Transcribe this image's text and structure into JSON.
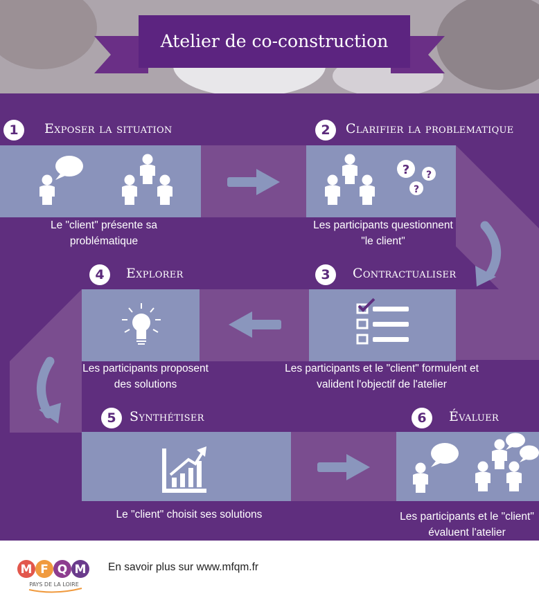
{
  "title": "Atelier de co-construction",
  "steps": [
    {
      "num": "1",
      "title": "Exposer la situation",
      "desc": "Le \"client\" présente sa problématique"
    },
    {
      "num": "2",
      "title": "Clarifier la problematique",
      "desc": "Les participants questionnent \"le client\""
    },
    {
      "num": "3",
      "title": "Contractualiser",
      "desc": "Les participants et le \"client\" formulent et valident l'objectif de l'atelier"
    },
    {
      "num": "4",
      "title": "Explorer",
      "desc": "Les participants proposent des solutions"
    },
    {
      "num": "5",
      "title": "Synthétiser",
      "desc": "Le \"client\" choisit ses solutions"
    },
    {
      "num": "6",
      "title": "Évaluer",
      "desc": "Les participants et le \"client\" évaluent l'atelier"
    }
  ],
  "footer": {
    "text": "En savoir plus sur www.mfqm.fr",
    "logo_letters": [
      "M",
      "F",
      "Q",
      "M"
    ],
    "logo_subtitle": "PAYS DE LA LOIRE"
  },
  "colors": {
    "background": "#5f2e7e",
    "panel": "#8a93bb",
    "connector": "#7a4d8f",
    "arrow": "#8a96bd",
    "logo_m": "#e2574c",
    "logo_f": "#f09a3e",
    "logo_q": "#8d3d8f",
    "logo_m2": "#6a3b8c"
  },
  "icons": [
    "speech-bubble-icon",
    "group-icon",
    "question-marks-icon",
    "checklist-icon",
    "lightbulb-icon",
    "growth-chart-icon"
  ]
}
